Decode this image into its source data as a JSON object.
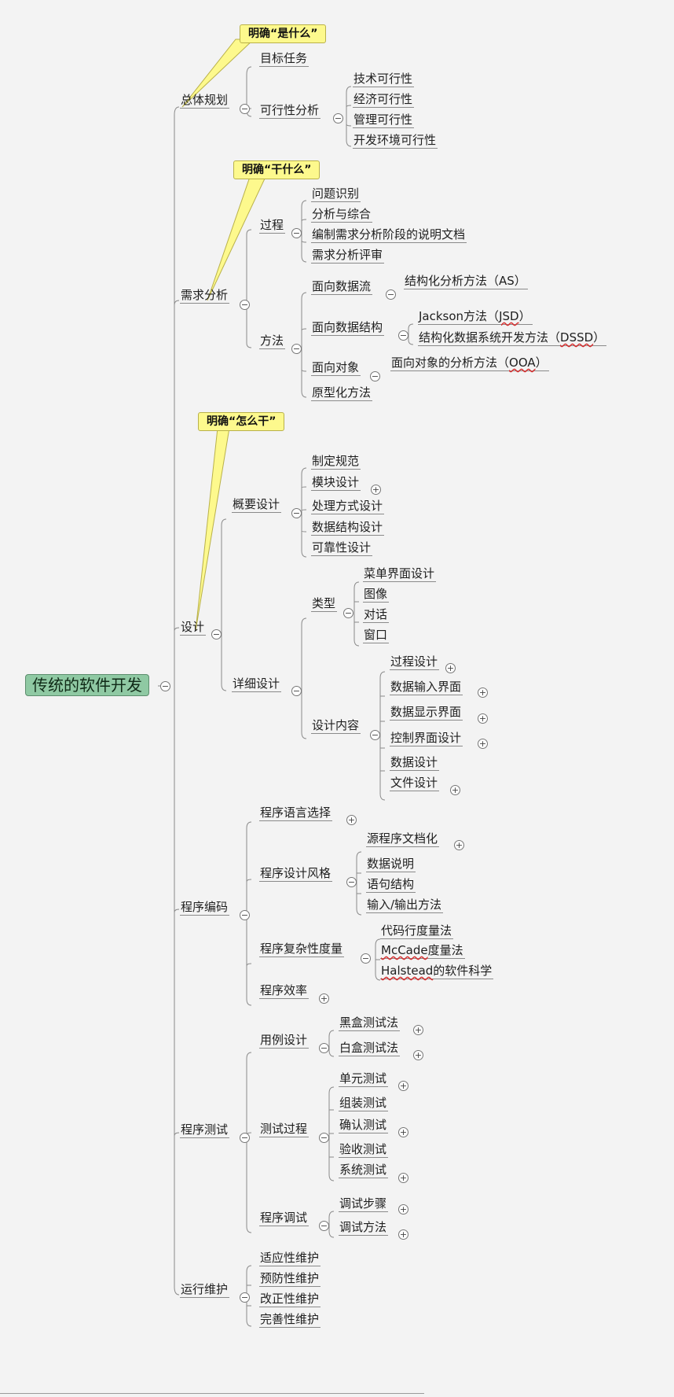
{
  "root": {
    "label": "传统的软件开发",
    "toggle": "−"
  },
  "callouts": [
    {
      "label": "明确“是什么”"
    },
    {
      "label": "明确“干什么”"
    },
    {
      "label": "明确“怎么干”"
    }
  ],
  "toggles": {
    "collapse": "−",
    "expand": "+"
  },
  "branches": {
    "planning": {
      "label": "总体规划",
      "items": {
        "goal": "目标任务",
        "feasibility": "可行性分析",
        "f1": "技术可行性",
        "f2": "经济可行性",
        "f3": "管理可行性",
        "f4": "开发环境可行性"
      }
    },
    "requirements": {
      "label": "需求分析",
      "items": {
        "process": "过程",
        "p1": "问题识别",
        "p2": "分析与综合",
        "p3": "编制需求分析阶段的说明文档",
        "p4": "需求分析评审",
        "method": "方法",
        "m_flow": "面向数据流",
        "m_flow_1": "结构化分析方法（AS）",
        "m_struct": "面向数据结构",
        "m_struct_1_pre": "Jackson方法（",
        "m_struct_1_mid": "JSD",
        "m_struct_1_post": "）",
        "m_struct_2_pre": "结构化数据系统开发方法（",
        "m_struct_2_mid": "DSSD",
        "m_struct_2_post": "）",
        "m_obj": "面向对象",
        "m_obj_1_pre": "面向对象的分析方法（",
        "m_obj_1_mid": "OOA",
        "m_obj_1_post": "）",
        "m_proto": "原型化方法"
      }
    },
    "design": {
      "label": "设计",
      "items": {
        "outline": "概要设计",
        "o1": "制定规范",
        "o2": "模块设计",
        "o3": "处理方式设计",
        "o4": "数据结构设计",
        "o5": "可靠性设计",
        "detail": "详细设计",
        "type": "类型",
        "t1": "菜单界面设计",
        "t2": "图像",
        "t3": "对话",
        "t4": "窗口",
        "content": "设计内容",
        "c1": "过程设计",
        "c2": "数据输入界面",
        "c3": "数据显示界面",
        "c4": "控制界面设计",
        "c5": "数据设计",
        "c6": "文件设计"
      }
    },
    "coding": {
      "label": "程序编码",
      "items": {
        "lang": "程序语言选择",
        "style": "程序设计风格",
        "s1": "源程序文档化",
        "s2": "数据说明",
        "s3": "语句结构",
        "s4": "输入/输出方法",
        "complex": "程序复杂性度量",
        "x1": "代码行度量法",
        "x2_pre": "McCade",
        "x2_post": "度量法",
        "x3_pre": "Halstead",
        "x3_post": "的软件科学",
        "eff": "程序效率"
      }
    },
    "testing": {
      "label": "程序测试",
      "items": {
        "case": "用例设计",
        "k1": "黑盒测试法",
        "k2": "白盒测试法",
        "proc": "测试过程",
        "r1": "单元测试",
        "r2": "组装测试",
        "r3": "确认测试",
        "r4": "验收测试",
        "r5": "系统测试",
        "debug": "程序调试",
        "d1": "调试步骤",
        "d2": "调试方法"
      }
    },
    "maintenance": {
      "label": "运行维护",
      "items": {
        "a1": "适应性维护",
        "a2": "预防性维护",
        "a3": "改正性维护",
        "a4": "完善性维护"
      }
    }
  }
}
